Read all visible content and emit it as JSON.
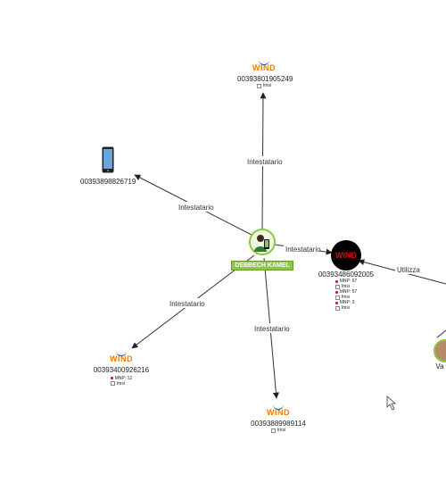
{
  "edges": [
    {
      "id": "e1",
      "label": "Intestatario"
    },
    {
      "id": "e2",
      "label": "Intestatario"
    },
    {
      "id": "e3",
      "label": "Intestatario"
    },
    {
      "id": "e4",
      "label": "Intestatario"
    },
    {
      "id": "e5",
      "label": "Intestatario"
    },
    {
      "id": "e6",
      "label": "Utilizza"
    }
  ],
  "center": {
    "name": "DEBBECH KAMEL"
  },
  "nodes": {
    "top": {
      "logo": "WIND",
      "number": "00393801905249",
      "tags": [
        {
          "type": "square",
          "text": "Imsi"
        }
      ]
    },
    "phone": {
      "icon": "smartphone-icon",
      "number": "00393898826719"
    },
    "right": {
      "logo": "WIND",
      "number": "00393486092005",
      "tags": [
        {
          "type": "dot",
          "text": "MNP: 67"
        },
        {
          "type": "square",
          "text": "Imsi"
        },
        {
          "type": "dot",
          "text": "MNP: 57"
        },
        {
          "type": "square",
          "text": "Imsi"
        },
        {
          "type": "dot",
          "text": "MNP: 3"
        },
        {
          "type": "square",
          "text": "Imsi"
        }
      ]
    },
    "bottom_left": {
      "logo": "WIND",
      "number": "00393400926216",
      "tags": [
        {
          "type": "dot",
          "text": "MNP: 12"
        },
        {
          "type": "square",
          "text": "Imsi"
        }
      ]
    },
    "bottom": {
      "logo": "WIND",
      "number": "00393889989114",
      "tags": [
        {
          "type": "square",
          "text": "Imsi"
        }
      ]
    },
    "partial_right": {
      "text": "Va"
    }
  },
  "colors": {
    "wind": "#ef7d00",
    "person": "#8dc63f",
    "edge": "#333333"
  }
}
